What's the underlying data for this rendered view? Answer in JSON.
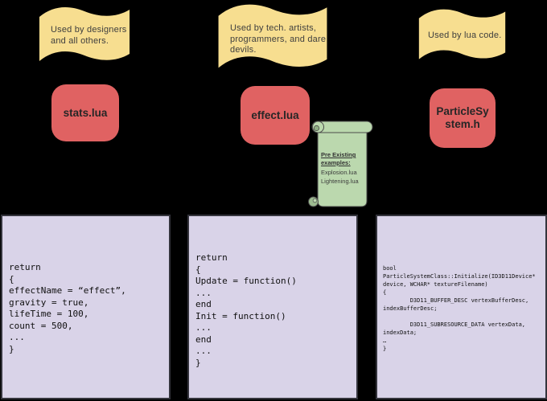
{
  "diagram": {
    "background": "#000000",
    "colors": {
      "flag_fill": "#f7de90",
      "file_fill": "#e06262",
      "scroll_fill": "#bbd8ae",
      "code_block_fill": "#d9d3e8",
      "text_dark": "#3e3e3e"
    },
    "flags": [
      {
        "text": "Used by designers and all others."
      },
      {
        "text": "Used by tech. artists, programmers, and dare devils."
      },
      {
        "text": "Used by lua code."
      }
    ],
    "files": [
      {
        "label": "stats.lua"
      },
      {
        "label": "effect.lua"
      },
      {
        "label": "ParticleSy\nstem.h"
      }
    ],
    "scroll": {
      "heading": "Pre Existing examples:",
      "items": [
        "Explosion.lua",
        "Lightening.lua"
      ]
    },
    "code_blocks": [
      {
        "code": "return\n{\neffectName = “effect”,\ngravity = true,\nlifeTime = 100,\ncount = 500,\n...\n}"
      },
      {
        "code": "return\n{\nUpdate = function()\n...\nend\nInit = function()\n...\nend\n...\n}"
      },
      {
        "code": "bool\nParticleSystemClass::Initialize(ID3D11Device*\ndevice, WCHAR* textureFilename)\n{\n        D3D11_BUFFER_DESC vertexBufferDesc,\nindexBufferDesc;\n\n        D3D11_SUBRESOURCE_DATA vertexData,\nindexData;\n…\n}"
      }
    ]
  }
}
